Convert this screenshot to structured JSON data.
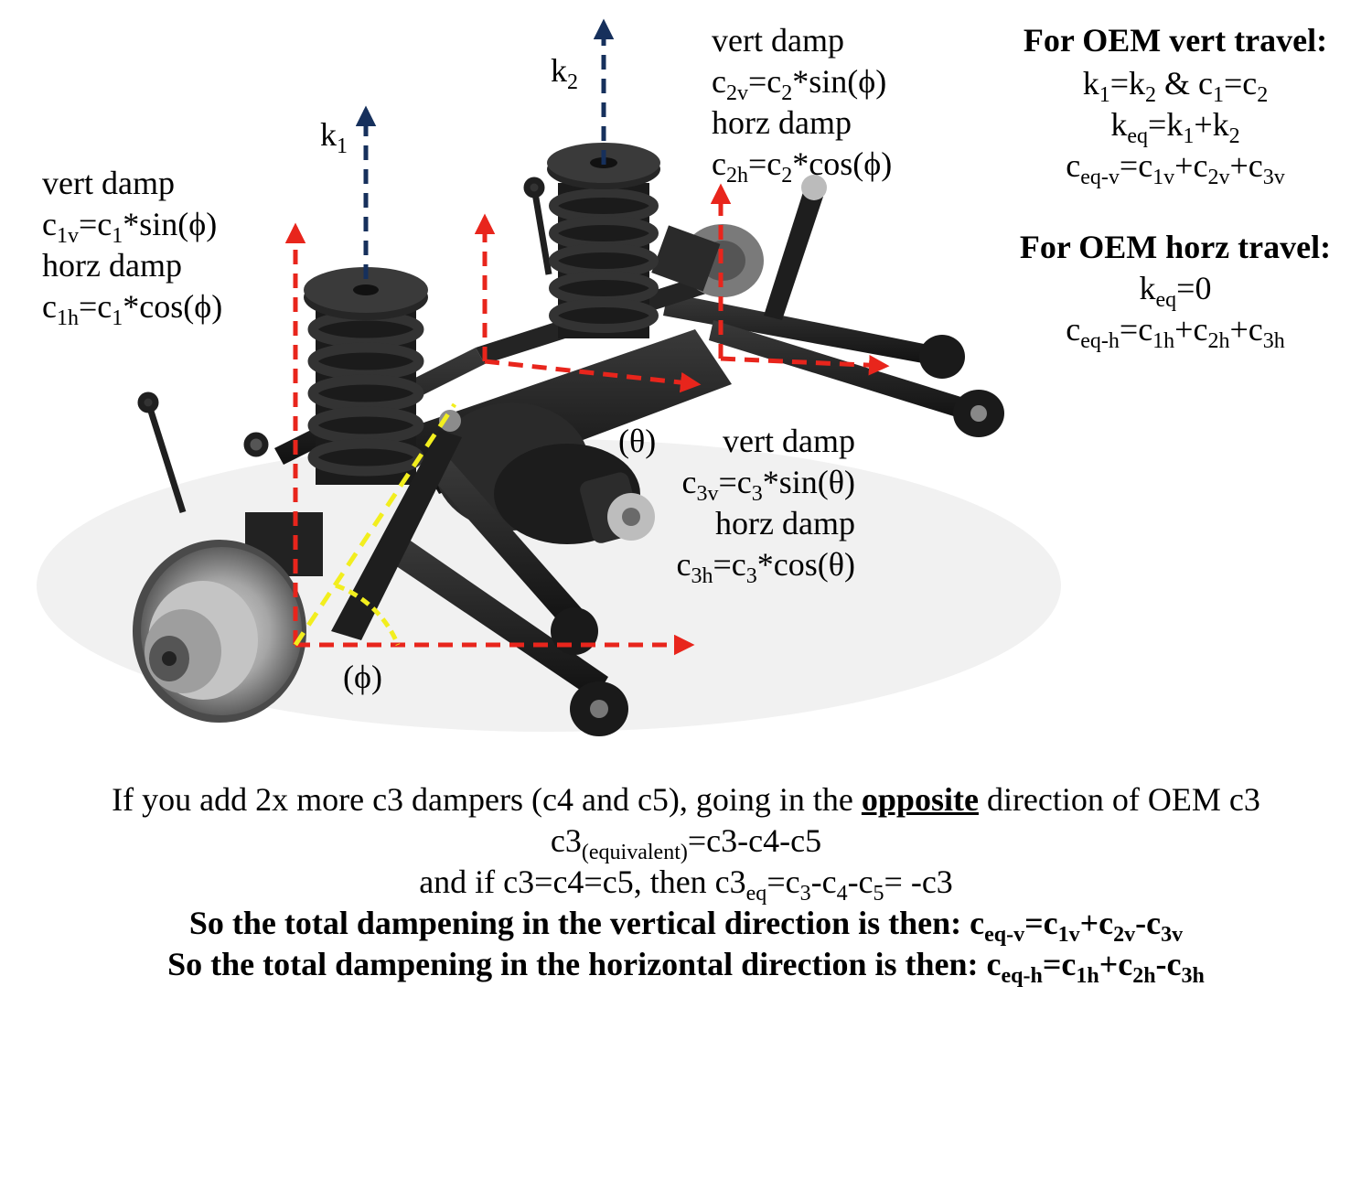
{
  "colors": {
    "damp_arrow": "#e8251c",
    "spring_arrow": "#16305c",
    "angle": "#f2ee1e",
    "parts": "#1e1e1e",
    "brake": "#9a9a9a"
  },
  "k1": {
    "base": "k",
    "sub": "1"
  },
  "k2": {
    "base": "k",
    "sub": "2"
  },
  "left_block": {
    "vert_label": "vert damp",
    "vert_eq": [
      "c",
      "1v",
      "=c",
      "1",
      "*sin(ϕ)"
    ],
    "horz_label": "horz damp",
    "horz_eq": [
      "c",
      "1h",
      "=c",
      "1",
      "*cos(ϕ)"
    ]
  },
  "top_block": {
    "vert_label": "vert damp",
    "vert_eq": [
      "c",
      "2v",
      "=c",
      "2",
      "*sin(ϕ)"
    ],
    "horz_label": "horz damp",
    "horz_eq": [
      "c",
      "2h",
      "=c",
      "2",
      "*cos(ϕ)"
    ]
  },
  "mid_block": {
    "vert_label": "vert damp",
    "vert_eq": [
      "c",
      "3v",
      "=c",
      "3",
      "*sin(θ)"
    ],
    "horz_label": "horz damp",
    "horz_eq": [
      "c",
      "3h",
      "=c",
      "3",
      "*cos(θ)"
    ]
  },
  "theta_label": "(θ)",
  "phi_label": "(ϕ)",
  "oem_vert": {
    "title": "For OEM vert travel:",
    "line1": [
      "k",
      "1",
      "=k",
      "2",
      " & c",
      "1",
      "=c",
      "2"
    ],
    "line2": [
      "k",
      "eq",
      "=k",
      "1",
      "+k",
      "2"
    ],
    "line3": [
      "c",
      "eq-v",
      "=c",
      "1v",
      "+c",
      "2v",
      "+c",
      "3v"
    ]
  },
  "oem_horz": {
    "title": "For OEM horz travel:",
    "line1": [
      "k",
      "eq",
      "=0"
    ],
    "line2": [
      "c",
      "eq-h",
      "=c",
      "1h",
      "+c",
      "2h",
      "+c",
      "3h"
    ]
  },
  "bottom": {
    "line1_a": "If you add 2x more c3 dampers (c4 and c5), going in the ",
    "line1_u": "opposite",
    "line1_b": " direction of OEM c3",
    "line2": [
      "c3",
      "(equivalent)",
      "=c3-c4-c5"
    ],
    "line3": [
      "and if c3=c4=c5, then c3",
      "eq",
      "=c",
      "3",
      "-c",
      "4",
      "-c",
      "5",
      "=  -c3"
    ],
    "line4_a": "So the total dampening in the vertical direction is then: ",
    "line4_eq": [
      "c",
      "eq-v",
      "=c",
      "1v",
      "+c",
      "2v",
      "-c",
      "3v"
    ],
    "line5_a": "So the total dampening in the horizontal direction is then: ",
    "line5_eq": [
      "c",
      "eq-h",
      "=c",
      "1h",
      "+c",
      "2h",
      "-c",
      "3h"
    ]
  }
}
